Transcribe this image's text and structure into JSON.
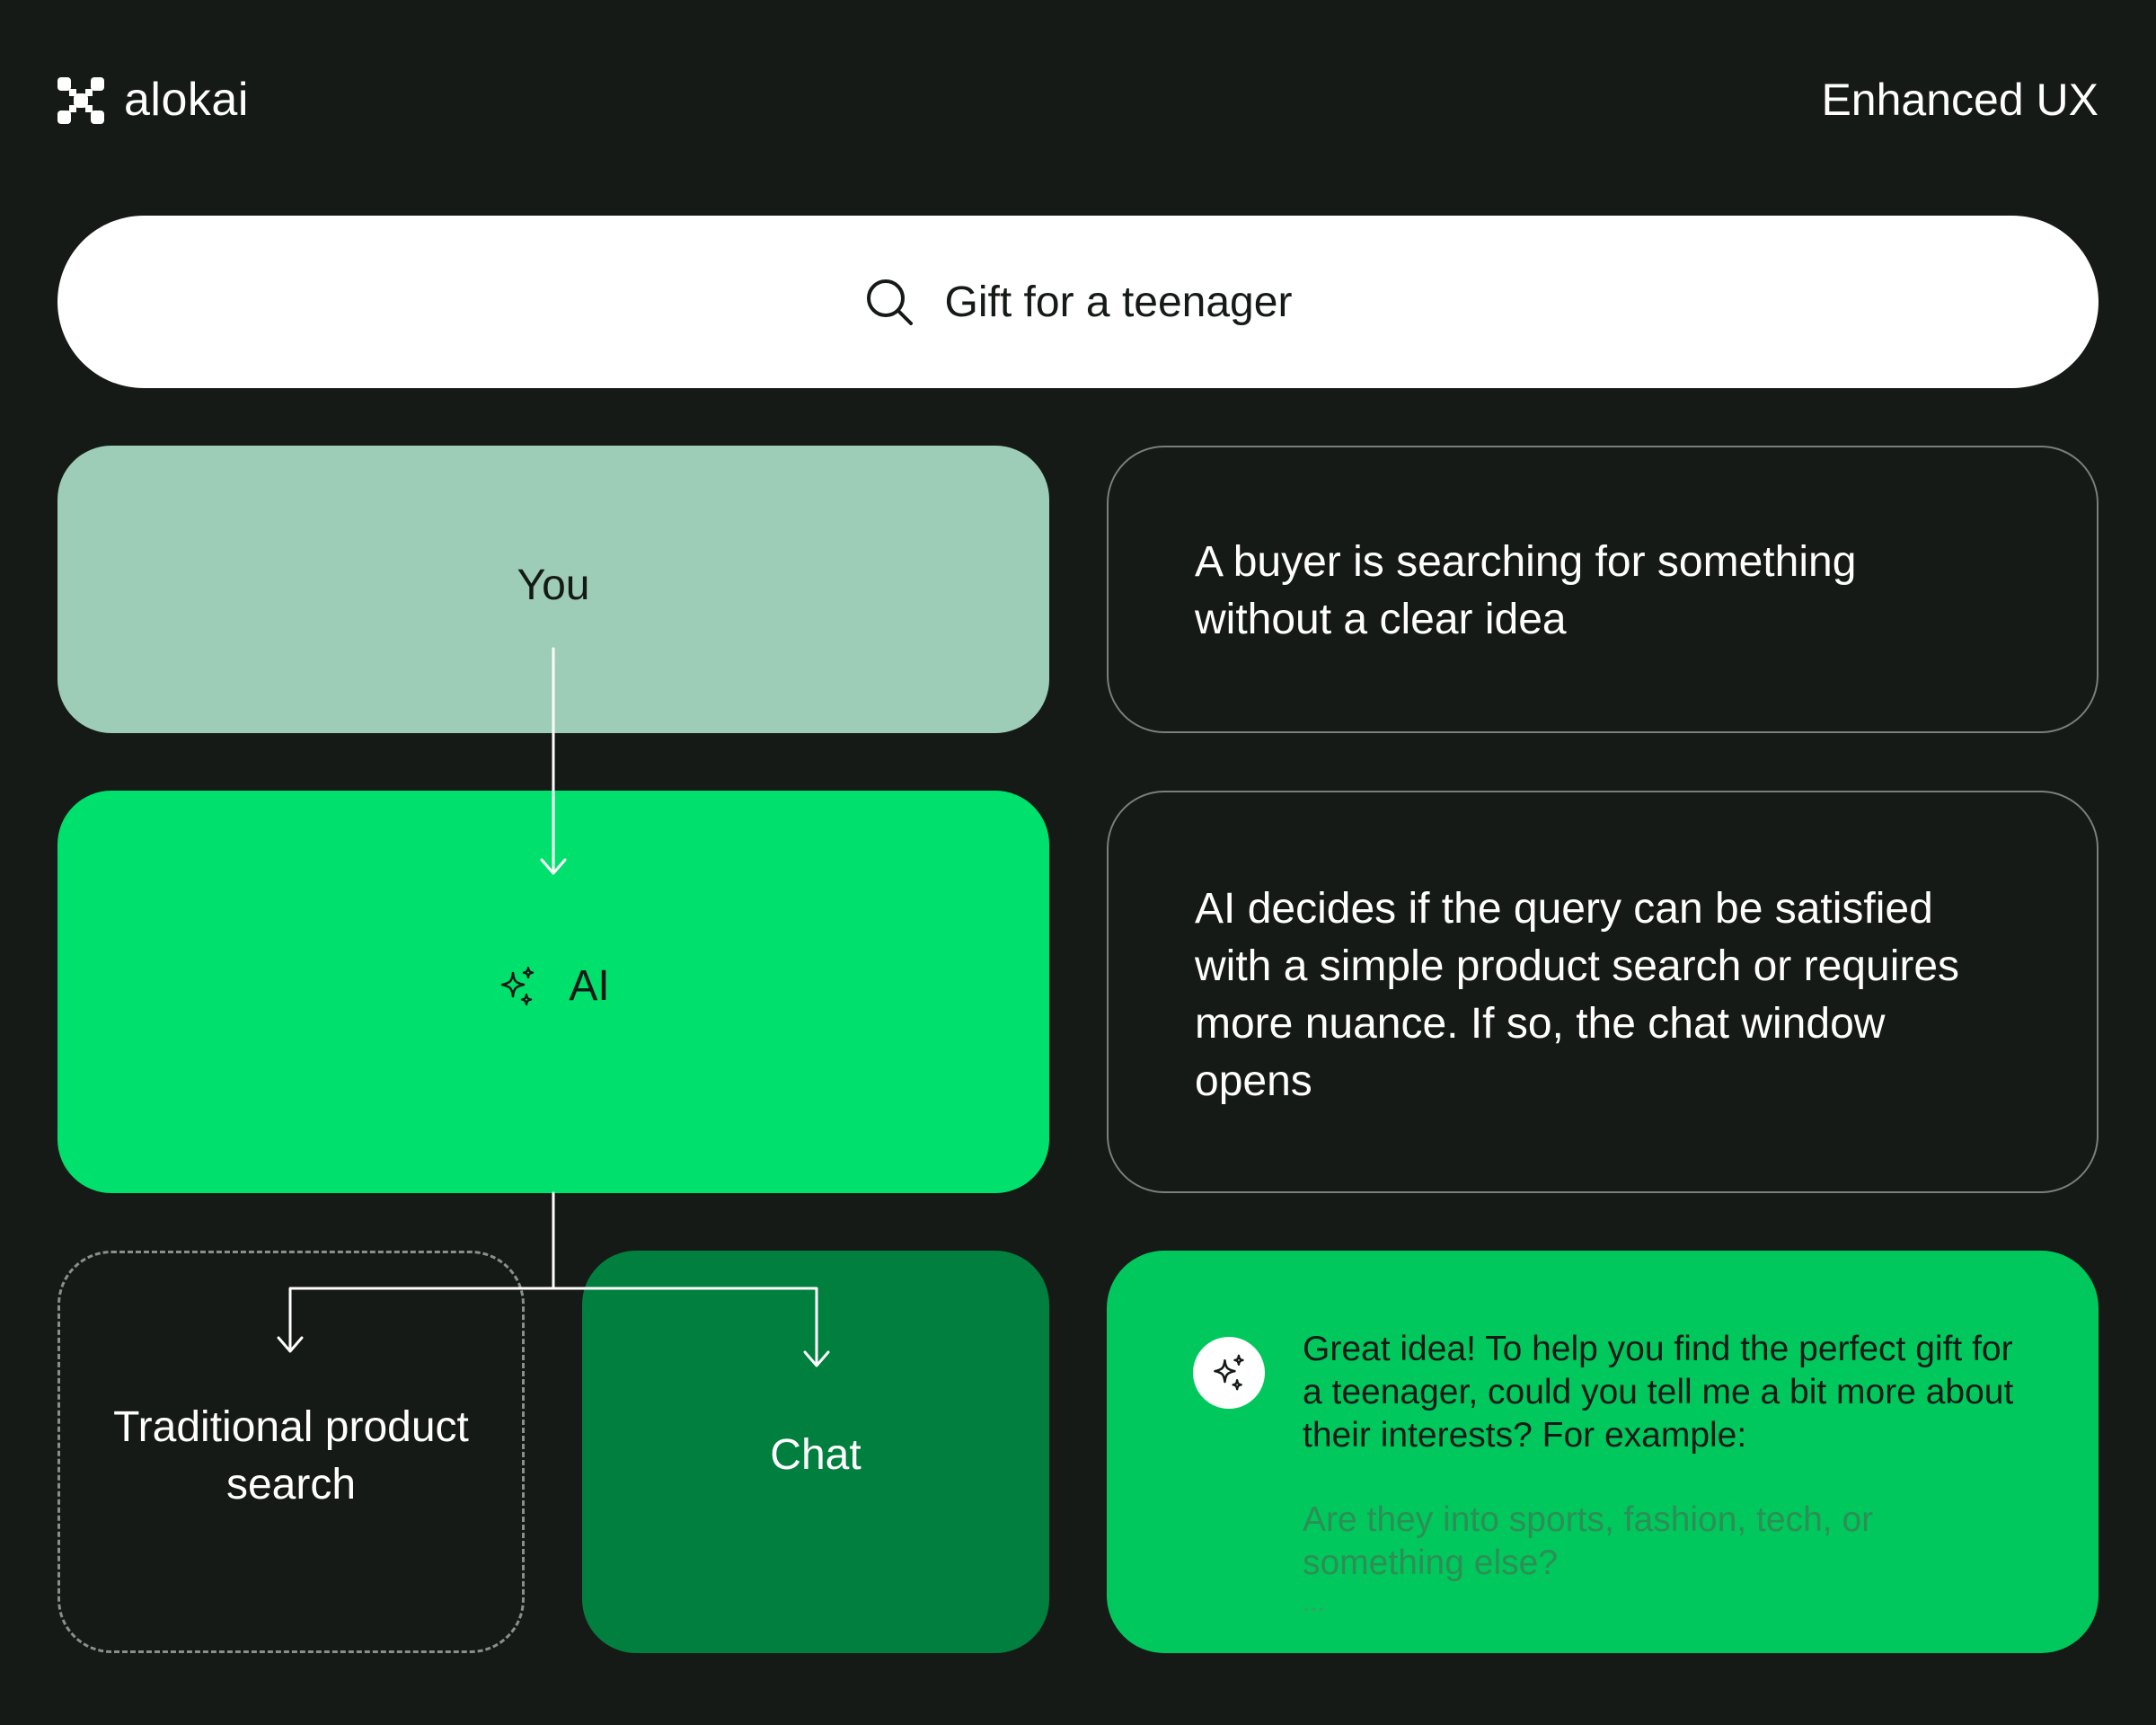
{
  "header": {
    "brand": "alokai",
    "logo_icon": "alokai-logo-icon",
    "title": "Enhanced UX"
  },
  "search": {
    "icon": "search-icon",
    "query": "Gift for a teenager"
  },
  "flow": {
    "you": "You",
    "ai": "AI",
    "traditional": "Traditional product search",
    "chat": "Chat"
  },
  "descriptions": {
    "step1": "A buyer is searching for something without a clear idea",
    "step2": "AI decides if the query can be satisfied with a simple product search or requires more nuance. If so, the chat window opens"
  },
  "chat_preview": {
    "message": "Great idea! To help you find the perfect gift for a teenager, could you tell me a bit more about their interests? For example:",
    "hint": "Are they into sports, fashion, tech, or something else?",
    "ellipsis": "..."
  },
  "colors": {
    "background": "#161a17",
    "you_node": "#9dcdb6",
    "ai_node": "#00e06c",
    "chat_node": "#007f3e",
    "chat_card": "#00c85d"
  }
}
